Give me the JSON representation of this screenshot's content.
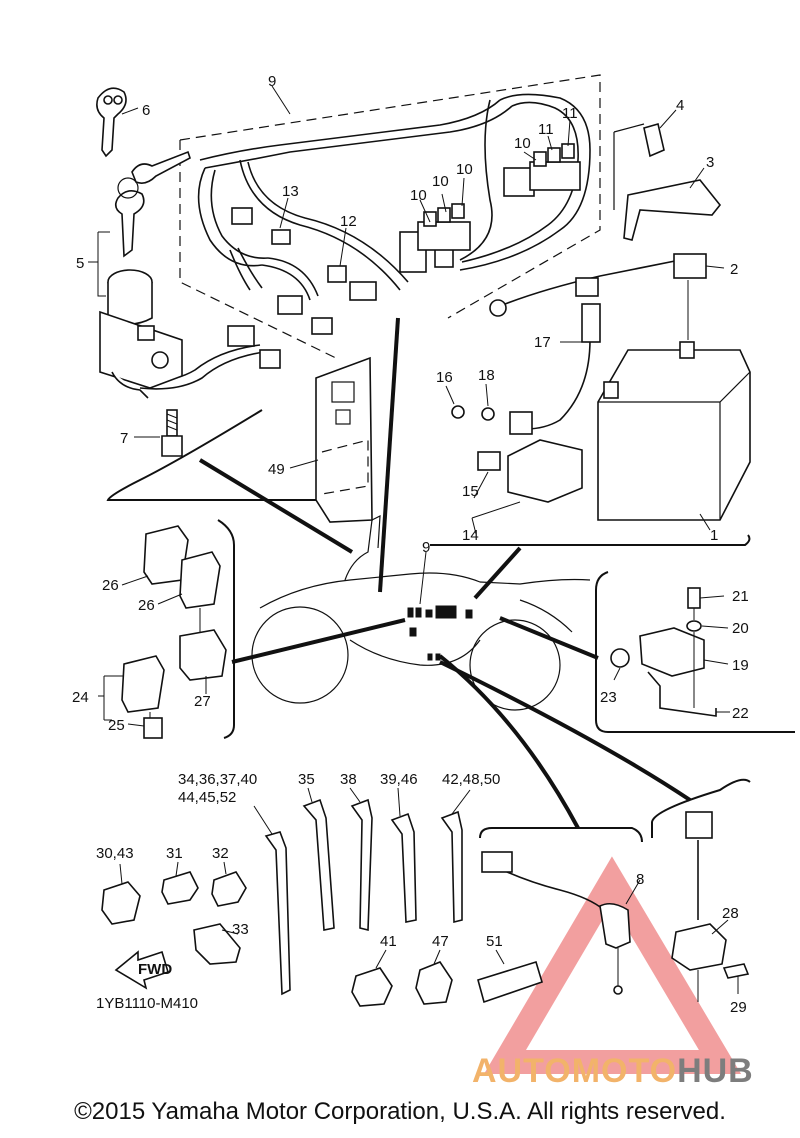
{
  "diagram": {
    "callouts": [
      {
        "id": "c1",
        "text": "1"
      },
      {
        "id": "c2",
        "text": "2"
      },
      {
        "id": "c3",
        "text": "3"
      },
      {
        "id": "c4",
        "text": "4"
      },
      {
        "id": "c5",
        "text": "5"
      },
      {
        "id": "c6",
        "text": "6"
      },
      {
        "id": "c7",
        "text": "7"
      },
      {
        "id": "c8",
        "text": "8"
      },
      {
        "id": "c9a",
        "text": "9"
      },
      {
        "id": "c9b",
        "text": "9"
      },
      {
        "id": "c10a",
        "text": "10"
      },
      {
        "id": "c10b",
        "text": "10"
      },
      {
        "id": "c10c",
        "text": "10"
      },
      {
        "id": "c10d",
        "text": "10"
      },
      {
        "id": "c11a",
        "text": "11"
      },
      {
        "id": "c11b",
        "text": "11"
      },
      {
        "id": "c12",
        "text": "12"
      },
      {
        "id": "c13",
        "text": "13"
      },
      {
        "id": "c14",
        "text": "14"
      },
      {
        "id": "c15",
        "text": "15"
      },
      {
        "id": "c16",
        "text": "16"
      },
      {
        "id": "c17",
        "text": "17"
      },
      {
        "id": "c18",
        "text": "18"
      },
      {
        "id": "c19",
        "text": "19"
      },
      {
        "id": "c20",
        "text": "20"
      },
      {
        "id": "c21",
        "text": "21"
      },
      {
        "id": "c22",
        "text": "22"
      },
      {
        "id": "c23",
        "text": "23"
      },
      {
        "id": "c24",
        "text": "24"
      },
      {
        "id": "c25",
        "text": "25"
      },
      {
        "id": "c26a",
        "text": "26"
      },
      {
        "id": "c26b",
        "text": "26"
      },
      {
        "id": "c27",
        "text": "27"
      },
      {
        "id": "c28",
        "text": "28"
      },
      {
        "id": "c29",
        "text": "29"
      },
      {
        "id": "c30",
        "text": "30,43"
      },
      {
        "id": "c31",
        "text": "31"
      },
      {
        "id": "c32",
        "text": "32"
      },
      {
        "id": "c33",
        "text": "33"
      },
      {
        "id": "c34a",
        "text": "34,36,37,40"
      },
      {
        "id": "c34b",
        "text": "44,45,52"
      },
      {
        "id": "c35",
        "text": "35"
      },
      {
        "id": "c38",
        "text": "38"
      },
      {
        "id": "c39",
        "text": "39,46"
      },
      {
        "id": "c41",
        "text": "41"
      },
      {
        "id": "c42",
        "text": "42,48,50"
      },
      {
        "id": "c47",
        "text": "47"
      },
      {
        "id": "c49",
        "text": "49"
      },
      {
        "id": "c51",
        "text": "51"
      }
    ],
    "fwd_arrow_text": "FWD",
    "drawing_code": "1YB1110-M410"
  },
  "copyright": "©2015 Yamaha Motor Corporation, U.S.A. All rights reserved.",
  "watermark": {
    "part1": "AUTOMOTO",
    "part2": "HUB",
    "colors": {
      "orange": "#f2b36a",
      "gray": "#7d7d7d",
      "triangle": "#e85050"
    }
  }
}
